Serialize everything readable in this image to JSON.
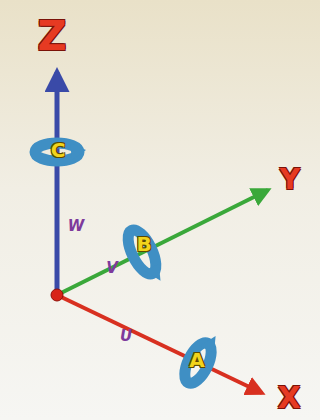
{
  "diagram": {
    "labels": [
      "Z",
      "C",
      "W",
      "Y",
      "B",
      "V",
      "U",
      "A",
      "X"
    ]
  }
}
